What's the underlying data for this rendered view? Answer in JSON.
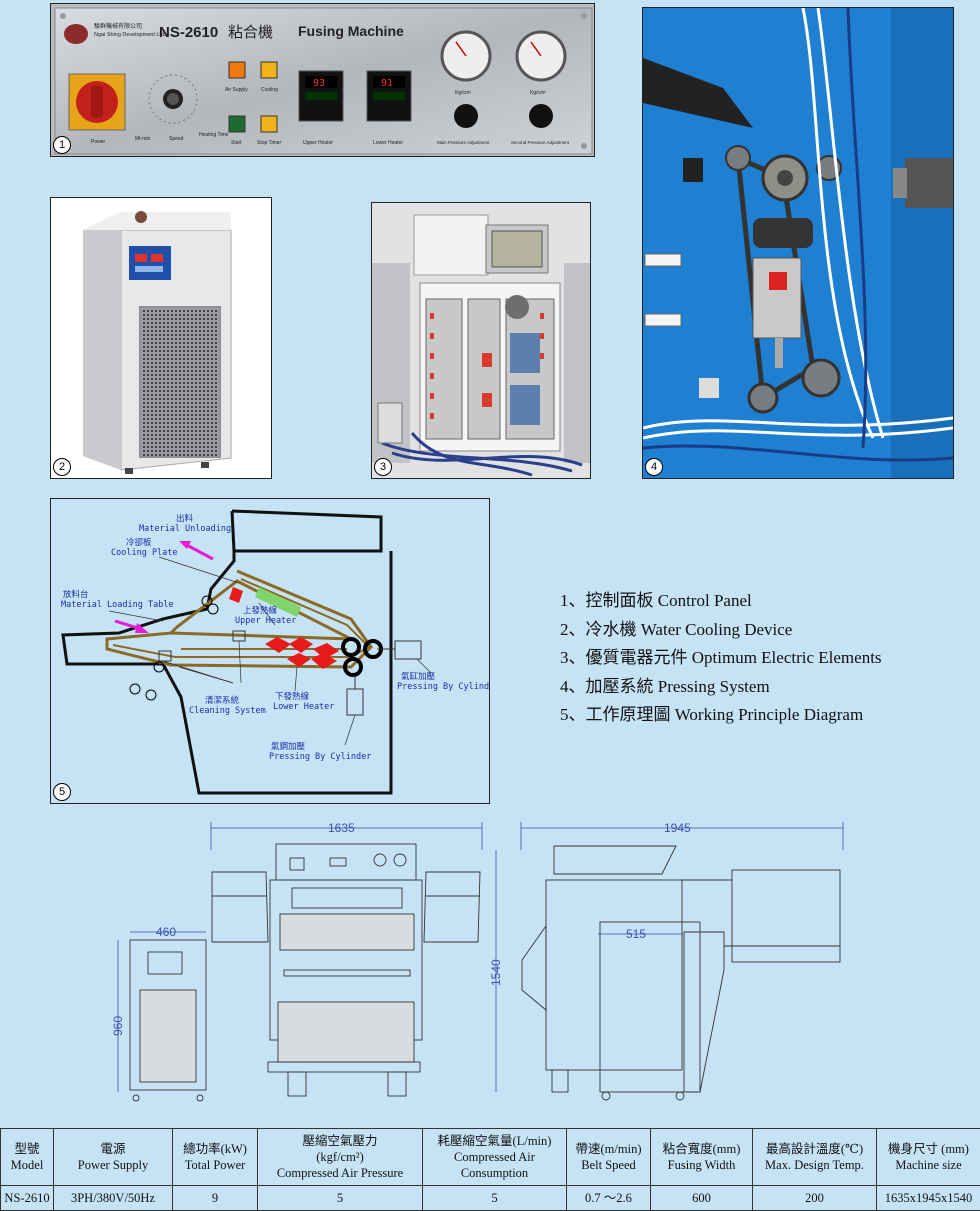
{
  "photo1": {
    "model": "NS-2610",
    "title_cn": "粘合機",
    "title_en": "Fusing Machine",
    "company_cn": "駿群機械有限公司",
    "company_en": "Ngai Shing Development Ltd.",
    "display1": "93",
    "display2": "91",
    "labels": {
      "power": "Power",
      "speed": "Speed",
      "min": "Mt-min",
      "heating_time": "Heating Time",
      "air_supply": "Air Supply",
      "cooling": "Cooling",
      "start": "Start",
      "stop_timer": "Stop Timer",
      "upper_heater": "Upper Heater",
      "lower_heater": "Lower Heater",
      "main_pressure": "Main Pressure Adjustment",
      "second_pressure": "Second Pressure Adjustment",
      "gauge_unit": "Kg/cm²"
    },
    "number": "1"
  },
  "photo2": {
    "number": "2"
  },
  "photo3": {
    "number": "3"
  },
  "photo4": {
    "number": "4"
  },
  "diagram": {
    "number": "5",
    "material_unloading_cn": "出料",
    "material_unloading_en": "Material Unloading",
    "cooling_plate_cn": "冷卻板",
    "cooling_plate_en": "Cooling Plate",
    "loading_table_cn": "放料台",
    "loading_table_en": "Material Loading Table",
    "upper_heater_cn": "上發熱線",
    "upper_heater_en": "Upper Heater",
    "lower_heater_cn": "下發熱線",
    "lower_heater_en": "Lower Heater",
    "cleaning_cn": "清潔系統",
    "cleaning_en": "Cleaning System",
    "cyl1_cn": "氣缸加壓",
    "cyl1_en": "Pressing By Cylinder",
    "cyl2_cn": "氣鋼加壓",
    "cyl2_en": "Pressing By Cylinder"
  },
  "legend": [
    "1、控制面板 Control Panel",
    "2、冷水機 Water Cooling Device",
    "3、優質電器元件 Optimum Electric Elements",
    "4、加壓系統 Pressing System",
    "5、工作原理圖 Working Principle Diagram"
  ],
  "drawing": {
    "dim_front_width": "1635",
    "dim_side_width": "1945",
    "dim_chiller_width": "460",
    "dim_chiller_height": "960",
    "dim_machine_height": "1540",
    "dim_side_inner": "515"
  },
  "spec_table": {
    "headers": [
      {
        "cn": "型號",
        "en": "Model"
      },
      {
        "cn": "電源",
        "en": "Power Supply"
      },
      {
        "cn": "總功率(kW)",
        "en": "Total Power"
      },
      {
        "cn": "壓縮空氣壓力",
        "sub": "(kgf/cm²)",
        "en": "Compressed Air  Pressure"
      },
      {
        "cn": "耗壓縮空氣量(L/min)",
        "sub": "Compressed Air",
        "en": "Consumption"
      },
      {
        "cn": "帶速(m/min)",
        "en": "Belt Speed"
      },
      {
        "cn": "粘合寬度(mm)",
        "en": "Fusing Width"
      },
      {
        "cn": "最高設計溫度(℃)",
        "en": "Max. Design Temp."
      },
      {
        "cn": "機身尺寸 (mm)",
        "en": "Machine size"
      }
    ],
    "values": [
      "NS-2610",
      "3PH/380V/50Hz",
      "9",
      "5",
      "5",
      "0.7 ～2.6",
      "600",
      "200",
      "1635x1945x1540"
    ]
  }
}
